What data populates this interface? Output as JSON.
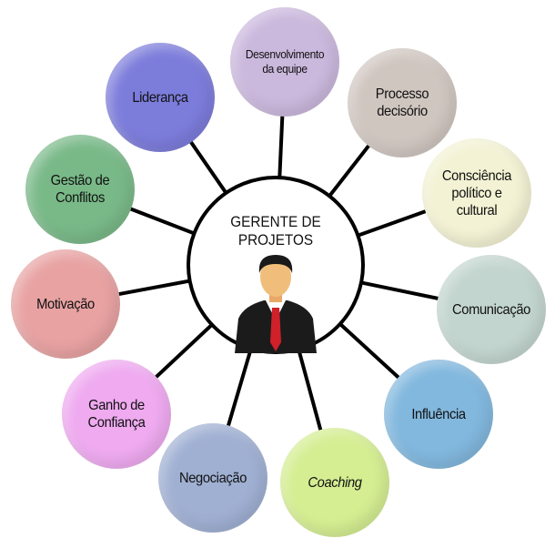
{
  "center": {
    "title_line1": "GERENTE DE",
    "title_line2": "PROJETOS",
    "icon": "businessman-icon"
  },
  "nodes": [
    {
      "id": "desenvolvimento",
      "label": "Desenvolvimento da equipe",
      "color": "#cbb8dd"
    },
    {
      "id": "processo",
      "label": "Processo decisório",
      "color": "#d0c6c0"
    },
    {
      "id": "consciencia",
      "label": "Consciência político e cultural",
      "color": "#f3f2d4"
    },
    {
      "id": "comunicacao",
      "label": "Comunicação",
      "color": "#c3d5cf"
    },
    {
      "id": "influencia",
      "label": "Influência",
      "color": "#82b8de"
    },
    {
      "id": "coaching",
      "label": "Coaching",
      "color": "#d5ee92"
    },
    {
      "id": "negociacao",
      "label": "Negociação",
      "color": "#a0b0d3"
    },
    {
      "id": "ganho",
      "label": "Ganho de Confiança",
      "color": "#efaaf0"
    },
    {
      "id": "motivacao",
      "label": "Motivação",
      "color": "#e8a2a2"
    },
    {
      "id": "gestao",
      "label": "Gestão de Conflitos",
      "color": "#79b988"
    },
    {
      "id": "lideranca",
      "label": "Liderança",
      "color": "#7c7cdb"
    }
  ]
}
